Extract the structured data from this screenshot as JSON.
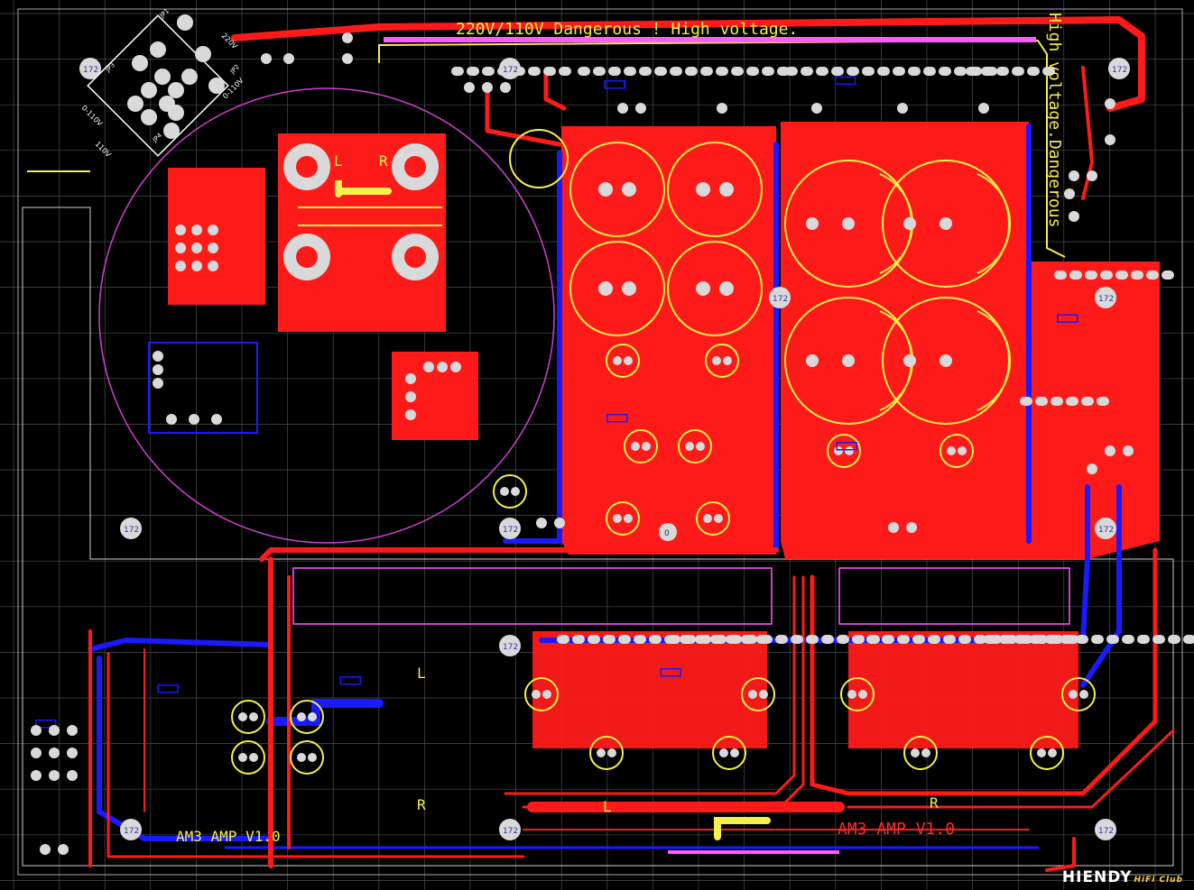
{
  "labels": {
    "warning_top": "220V/110V Dangerous !  High voltage.",
    "warning_side": "High voltage.Dangerous",
    "board_name_left": "AM3 AMP V1.0",
    "board_name_right": "AM3 AMP V1.0",
    "channel_left_top": "L",
    "channel_right_top": "R",
    "channel_left_mid": "L",
    "channel_right_mid": "R",
    "channel_left_bottom": "L",
    "channel_right_bottom": "R",
    "hole_label": "172",
    "fiducial_label": "0"
  },
  "transformer_pins": [
    "220V",
    "0-110V",
    "0-110V",
    "110V",
    "JP1",
    "JP2",
    "JP3",
    "JP4"
  ],
  "watermark": {
    "brand": "HIENDY",
    "sub": "HiFi Club"
  },
  "colors": {
    "top_copper": "#ff1a1a",
    "bottom_copper": "#1a1aff",
    "silkscreen": "#f5f04a",
    "outline": "#d040d0",
    "grid": "#9a9a9a",
    "pad": "#d9d9d9"
  }
}
